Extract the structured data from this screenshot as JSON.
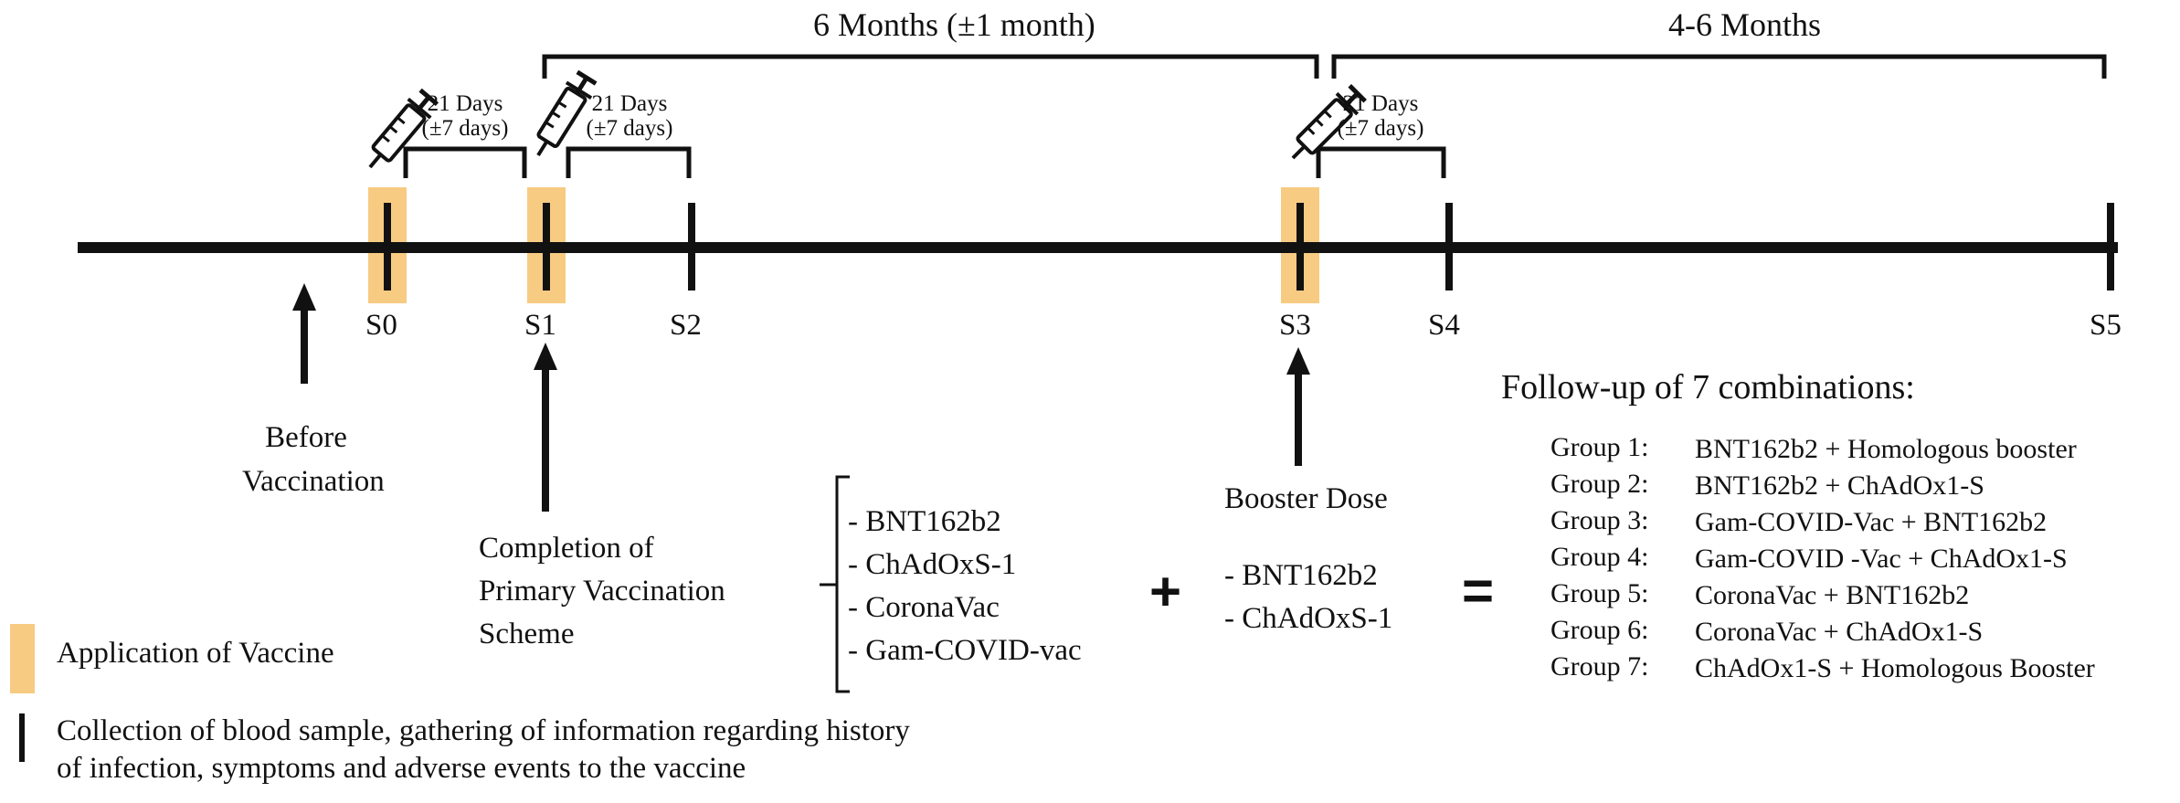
{
  "brackets": {
    "six_months": "6 Months (±1 month)",
    "four_six_months": "4-6 Months",
    "interval_a": [
      "21 Days",
      "(±7 days)"
    ],
    "interval_b": [
      "21 Days",
      "(±7 days)"
    ],
    "interval_c": [
      "21 Days",
      "(±7 days)"
    ]
  },
  "timepoints": [
    "S0",
    "S1",
    "S2",
    "S3",
    "S4",
    "S5"
  ],
  "annotations": {
    "before": [
      "Before",
      "Vaccination"
    ],
    "completion": [
      "Completion of",
      "Primary Vaccination",
      "Scheme"
    ],
    "booster": "Booster Dose"
  },
  "primary_vaccines": [
    "- BNT162b2",
    "- ChAdOxS-1",
    "- CoronaVac",
    "- Gam-COVID-vac"
  ],
  "booster_vaccines": [
    "- BNT162b2",
    "- ChAdOxS-1"
  ],
  "operators": {
    "plus": "+",
    "equals": "="
  },
  "followup": {
    "title": "Follow-up of 7 combinations:",
    "groups": [
      {
        "label": "Group 1:",
        "combo": "BNT162b2 + Homologous booster"
      },
      {
        "label": "Group 2:",
        "combo": "BNT162b2 + ChAdOx1-S"
      },
      {
        "label": "Group 3:",
        "combo": "Gam-COVID-Vac + BNT162b2"
      },
      {
        "label": "Group 4:",
        "combo": "Gam-COVID -Vac + ChAdOx1-S"
      },
      {
        "label": "Group 5:",
        "combo": "CoronaVac + BNT162b2"
      },
      {
        "label": "Group 6:",
        "combo": "CoronaVac + ChAdOx1-S"
      },
      {
        "label": "Group 7:",
        "combo": "ChAdOx1-S + Homologous Booster"
      }
    ]
  },
  "legend": {
    "vaccine": "Application of Vaccine",
    "sample": [
      "Collection of blood sample, gathering of information regarding history",
      "of infection, symptoms and adverse events to the vaccine"
    ]
  },
  "colors": {
    "vaccine_highlight": "#f7cb82",
    "line": "#111111"
  }
}
